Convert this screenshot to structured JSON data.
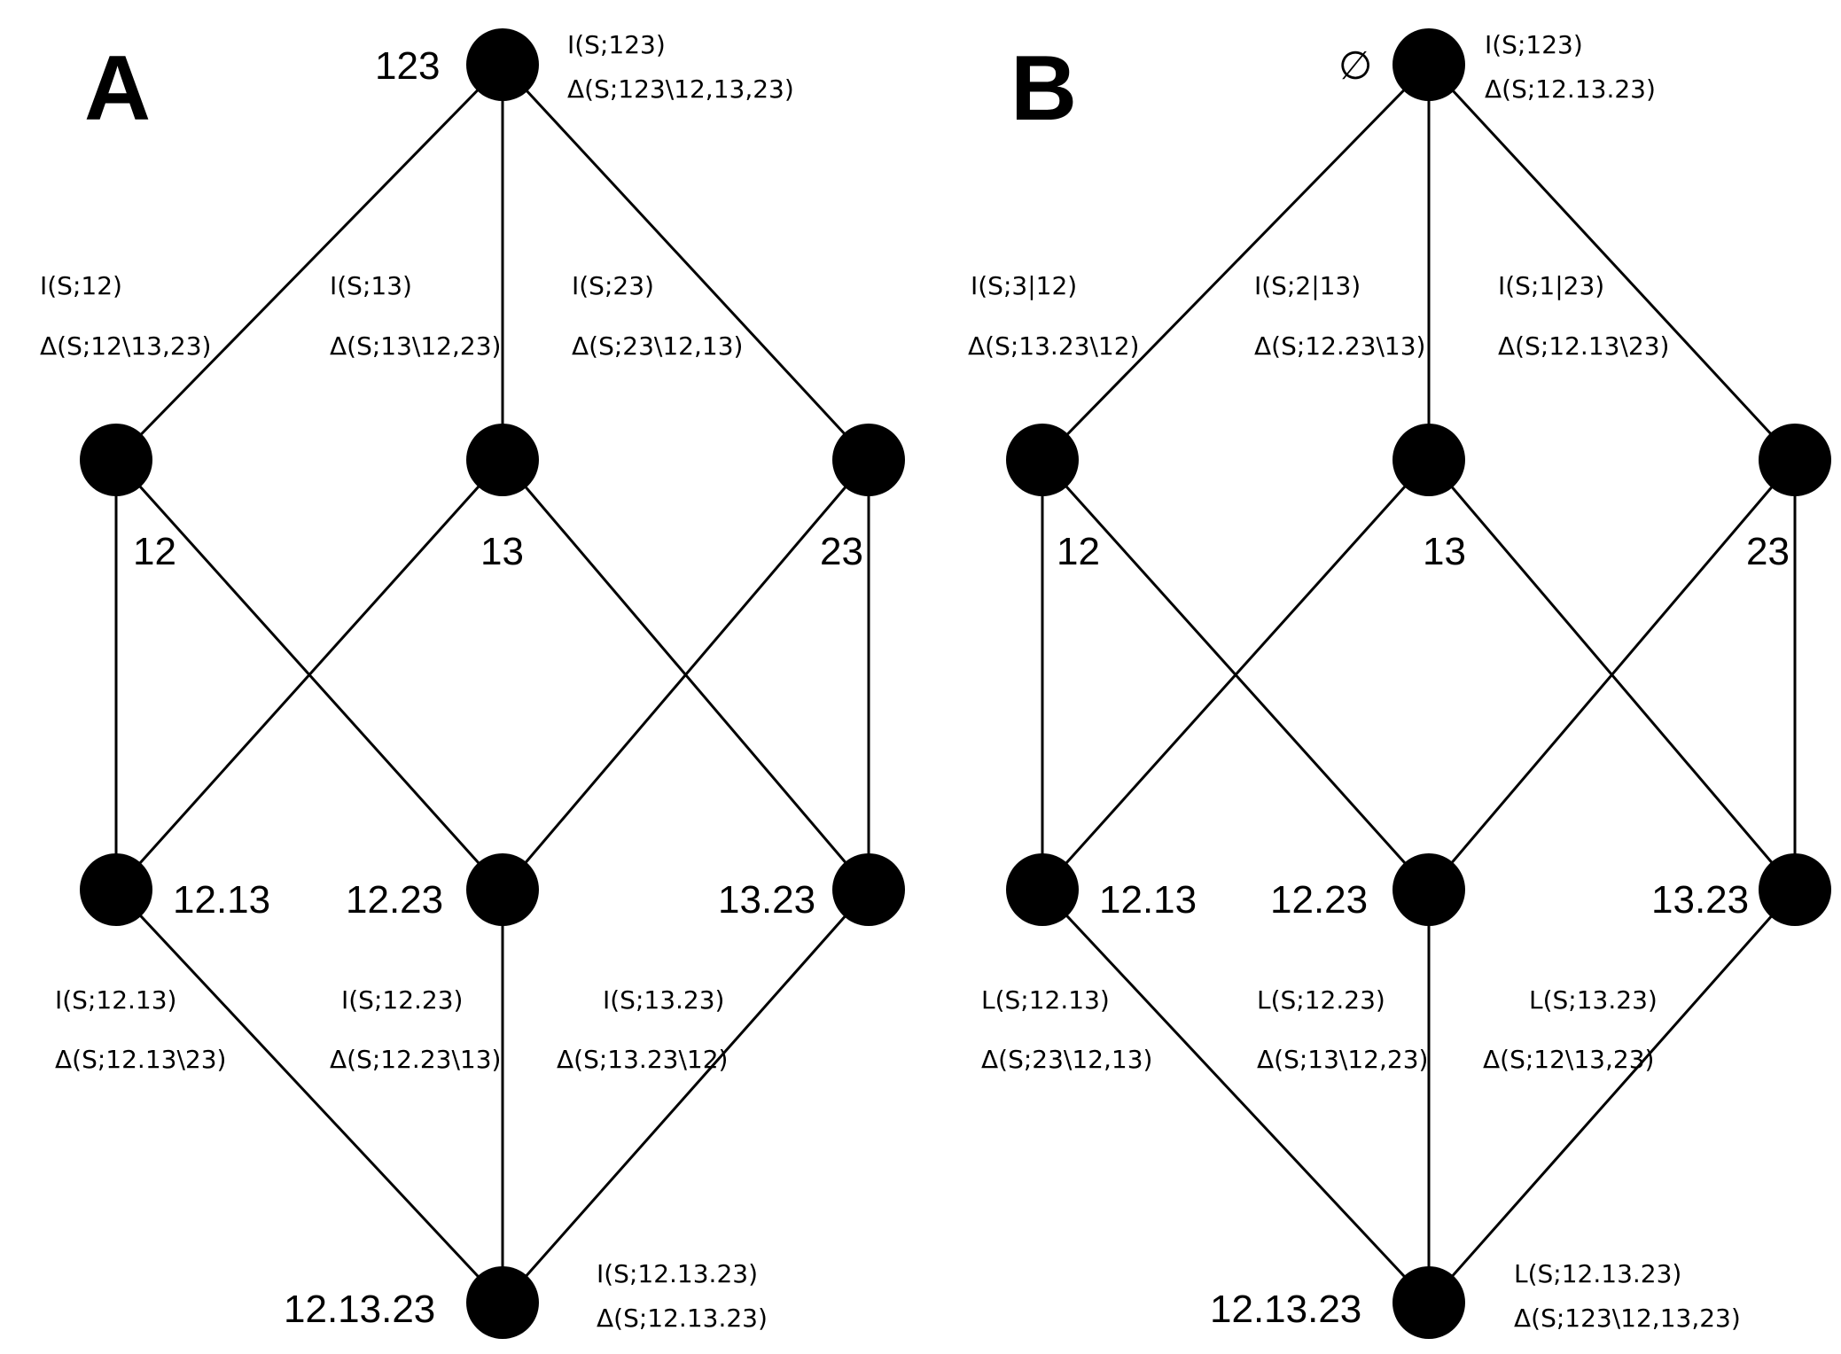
{
  "panels": [
    {
      "id": "A",
      "letter": "A",
      "nodes": {
        "top": "123",
        "n12": "12",
        "n13": "13",
        "n23": "23",
        "n1213": "12.13",
        "n1223": "12.23",
        "n1323": "13.23",
        "bottom": "12.13.23"
      },
      "annotations": {
        "top_1": "I(S;123)",
        "top_2": "Δ(S;123\\12,13,23)",
        "e12_1": "I(S;12)",
        "e12_2": "Δ(S;12\\13,23)",
        "e13_1": "I(S;13)",
        "e13_2": "Δ(S;13\\12,23)",
        "e23_1": "I(S;23)",
        "e23_2": "Δ(S;23\\12,13)",
        "e1213_1": "I(S;12.13)",
        "e1213_2": "Δ(S;12.13\\23)",
        "e1223_1": "I(S;12.23)",
        "e1223_2": "Δ(S;12.23\\13)",
        "e1323_1": "I(S;13.23)",
        "e1323_2": "Δ(S;13.23\\12)",
        "bottom_1": "I(S;12.13.23)",
        "bottom_2": "Δ(S;12.13.23)"
      }
    },
    {
      "id": "B",
      "letter": "B",
      "nodes": {
        "top": "∅",
        "n12": "12",
        "n13": "13",
        "n23": "23",
        "n1213": "12.13",
        "n1223": "12.23",
        "n1323": "13.23",
        "bottom": "12.13.23"
      },
      "annotations": {
        "top_1": "I(S;123)",
        "top_2": "Δ(S;12.13.23)",
        "e12_1": "I(S;3|12)",
        "e12_2": "Δ(S;13.23\\12)",
        "e13_1": "I(S;2|13)",
        "e13_2": "Δ(S;12.23\\13)",
        "e23_1": "I(S;1|23)",
        "e23_2": "Δ(S;12.13\\23)",
        "e1213_1": "L(S;12.13)",
        "e1213_2": "Δ(S;23\\12,13)",
        "e1223_1": "L(S;12.23)",
        "e1223_2": "Δ(S;13\\12,23)",
        "e1323_1": "L(S;13.23)",
        "e1323_2": "Δ(S;12\\13,23)",
        "bottom_1": "L(S;12.13.23)",
        "bottom_2": "Δ(S;123\\12,13,23)"
      }
    }
  ]
}
